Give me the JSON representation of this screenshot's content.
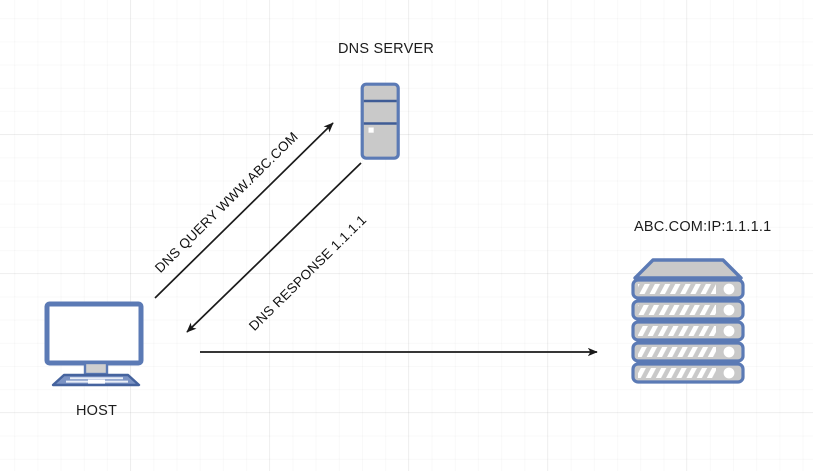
{
  "diagram": {
    "title_nodes": {
      "dns_server_label": "DNS SERVER",
      "host_label": "HOST",
      "web_server_label": "ABC.COM:IP:1.1.1.1"
    },
    "arrows": [
      {
        "id": "dns-query",
        "label": "DNS QUERY WWW.ABC.COM",
        "from": "host",
        "to": "dns-server",
        "direction": "up-right"
      },
      {
        "id": "dns-response",
        "label": "DNS RESPONSE 1.1.1.1",
        "from": "dns-server",
        "to": "host",
        "direction": "down-left"
      },
      {
        "id": "http-request",
        "label": "",
        "from": "host",
        "to": "web-server",
        "direction": "right"
      }
    ],
    "icons": {
      "dns_server_icon": "server-tower-icon",
      "host_icon": "desktop-computer-icon",
      "web_server_icon": "server-rack-icon"
    },
    "colors": {
      "node_stroke": "#5b7ab5",
      "node_fill": "#c9c9c9",
      "screen_fill": "#ffffff",
      "arrow_stroke": "#1a1a1a",
      "text": "#1c1c1c",
      "grid": "#ededed"
    }
  }
}
